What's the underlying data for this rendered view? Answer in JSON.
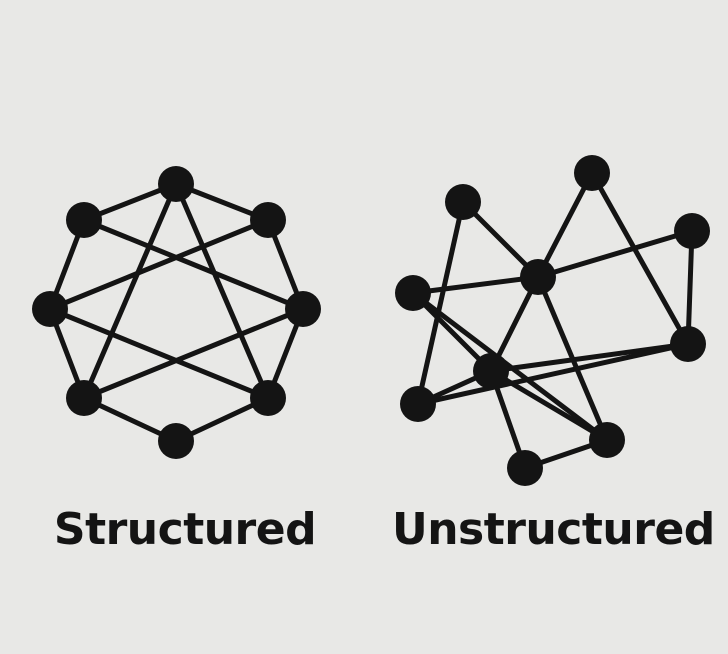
{
  "labels": {
    "structured": "Structured",
    "unstructured": "Unstructured"
  },
  "colors": {
    "background": "#e8e8e6",
    "ink": "#141414"
  },
  "graphs": {
    "structured": {
      "node_count": 8,
      "edges": [
        [
          "top",
          "upper-right"
        ],
        [
          "upper-right",
          "right"
        ],
        [
          "right",
          "lower-right"
        ],
        [
          "lower-right",
          "bottom"
        ],
        [
          "bottom",
          "lower-left"
        ],
        [
          "lower-left",
          "left"
        ],
        [
          "left",
          "upper-left"
        ],
        [
          "upper-left",
          "top"
        ],
        [
          "top",
          "lower-left"
        ],
        [
          "top",
          "lower-right"
        ],
        [
          "upper-left",
          "right"
        ],
        [
          "upper-right",
          "left"
        ],
        [
          "left",
          "lower-right"
        ],
        [
          "right",
          "lower-left"
        ]
      ]
    },
    "unstructured": {
      "node_count": 10,
      "edges": [
        [
          "n1",
          "n3"
        ],
        [
          "n1",
          "n7"
        ],
        [
          "n2",
          "n3"
        ],
        [
          "n2",
          "n8"
        ],
        [
          "n3",
          "n4"
        ],
        [
          "n3",
          "n5"
        ],
        [
          "n3",
          "n6"
        ],
        [
          "n3",
          "n9"
        ],
        [
          "n4",
          "n8"
        ],
        [
          "n5",
          "n6"
        ],
        [
          "n5",
          "n9"
        ],
        [
          "n6",
          "n8"
        ],
        [
          "n6",
          "n7"
        ],
        [
          "n6",
          "n10"
        ],
        [
          "n6",
          "n9"
        ],
        [
          "n7",
          "n8"
        ],
        [
          "n9",
          "n10"
        ]
      ]
    }
  }
}
